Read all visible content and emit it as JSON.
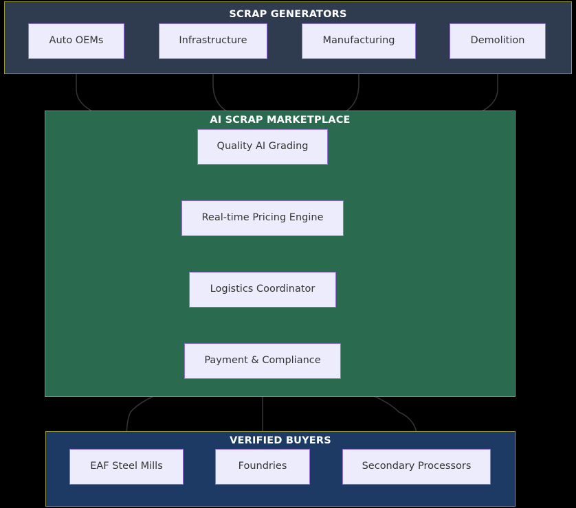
{
  "diagram": {
    "type": "flowchart",
    "direction": "top-to-bottom",
    "background_color": "#000000",
    "edge_color": "#333333",
    "node_fill": "#ececfd",
    "node_border": "#9370db",
    "subgraph_border": "#999933"
  },
  "subgraphs": [
    {
      "id": "scrap-generators",
      "title": "SCRAP GENERATORS",
      "fill_color": "#2f3b4e",
      "nodes": [
        {
          "id": "auto-oems",
          "label": "Auto OEMs"
        },
        {
          "id": "infrastructure",
          "label": "Infrastructure"
        },
        {
          "id": "manufacturing",
          "label": "Manufacturing"
        },
        {
          "id": "demolition",
          "label": "Demolition"
        }
      ]
    },
    {
      "id": "ai-scrap-marketplace",
      "title": "AI SCRAP MARKETPLACE",
      "fill_color": "#2a6b4f",
      "nodes": [
        {
          "id": "quality-ai-grading",
          "label": "Quality AI Grading"
        },
        {
          "id": "realtime-pricing-engine",
          "label": "Real-time Pricing Engine"
        },
        {
          "id": "logistics-coordinator",
          "label": "Logistics Coordinator"
        },
        {
          "id": "payment-compliance",
          "label": "Payment & Compliance"
        }
      ]
    },
    {
      "id": "verified-buyers",
      "title": "VERIFIED BUYERS",
      "fill_color": "#1c3a63",
      "nodes": [
        {
          "id": "eaf-steel-mills",
          "label": "EAF Steel Mills"
        },
        {
          "id": "foundries",
          "label": "Foundries"
        },
        {
          "id": "secondary-processors",
          "label": "Secondary Processors"
        }
      ]
    }
  ],
  "edges": [
    {
      "from": "auto-oems",
      "to": "quality-ai-grading"
    },
    {
      "from": "infrastructure",
      "to": "quality-ai-grading"
    },
    {
      "from": "manufacturing",
      "to": "quality-ai-grading"
    },
    {
      "from": "demolition",
      "to": "quality-ai-grading"
    },
    {
      "from": "quality-ai-grading",
      "to": "realtime-pricing-engine"
    },
    {
      "from": "realtime-pricing-engine",
      "to": "logistics-coordinator"
    },
    {
      "from": "logistics-coordinator",
      "to": "payment-compliance"
    },
    {
      "from": "payment-compliance",
      "to": "eaf-steel-mills"
    },
    {
      "from": "payment-compliance",
      "to": "foundries"
    },
    {
      "from": "payment-compliance",
      "to": "secondary-processors"
    }
  ]
}
